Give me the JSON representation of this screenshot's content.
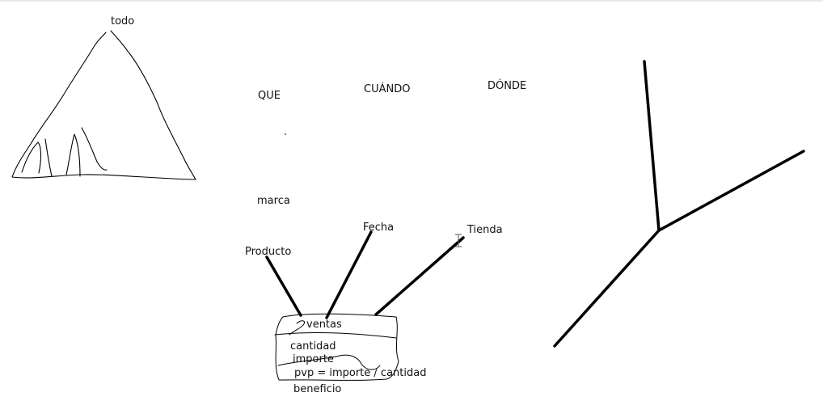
{
  "labels": {
    "todo": "todo",
    "que": "QUE",
    "cuando": "CUÁNDO",
    "donde": "DÓNDE",
    "marca": "marca",
    "producto": "Producto",
    "fecha": "Fecha",
    "tienda": "Tienda",
    "ventas": "ventas",
    "cantidad": "cantidad",
    "importe": "importe",
    "pvp": "pvp = importe / cantidad",
    "beneficio": "beneficio"
  },
  "colors": {
    "ink": "#000000",
    "stray_dot": "#4caf50"
  }
}
